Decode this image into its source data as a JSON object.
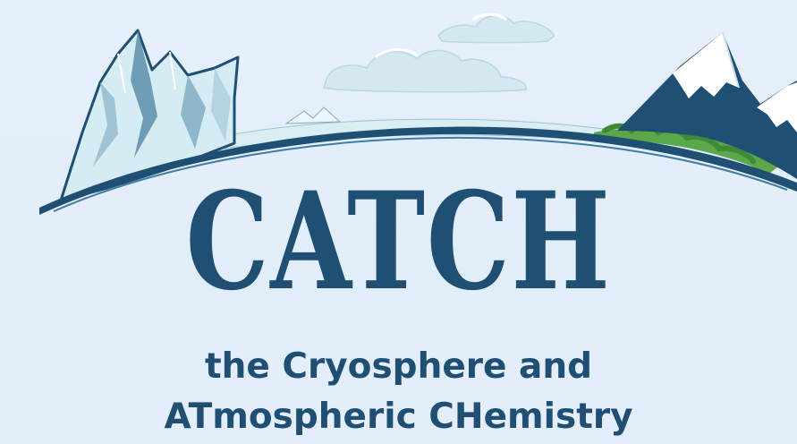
{
  "logo": {
    "title": "CATCH",
    "tagline_line1": "the Cryosphere and",
    "tagline_line2": "ATmospheric CHemistry"
  },
  "colors": {
    "brand": "#1f4f72",
    "sky": "#e3eefb",
    "ice_light": "#d8eef5",
    "ice_shadow": "#6f9db8",
    "mountain_dark": "#1f4f72",
    "snow": "#ffffff",
    "grass": "#5aa84a",
    "cloud": "#cfe6ee"
  },
  "icons": [
    "glacier-icon",
    "snowy-mountains-icon",
    "cloud-icon"
  ]
}
